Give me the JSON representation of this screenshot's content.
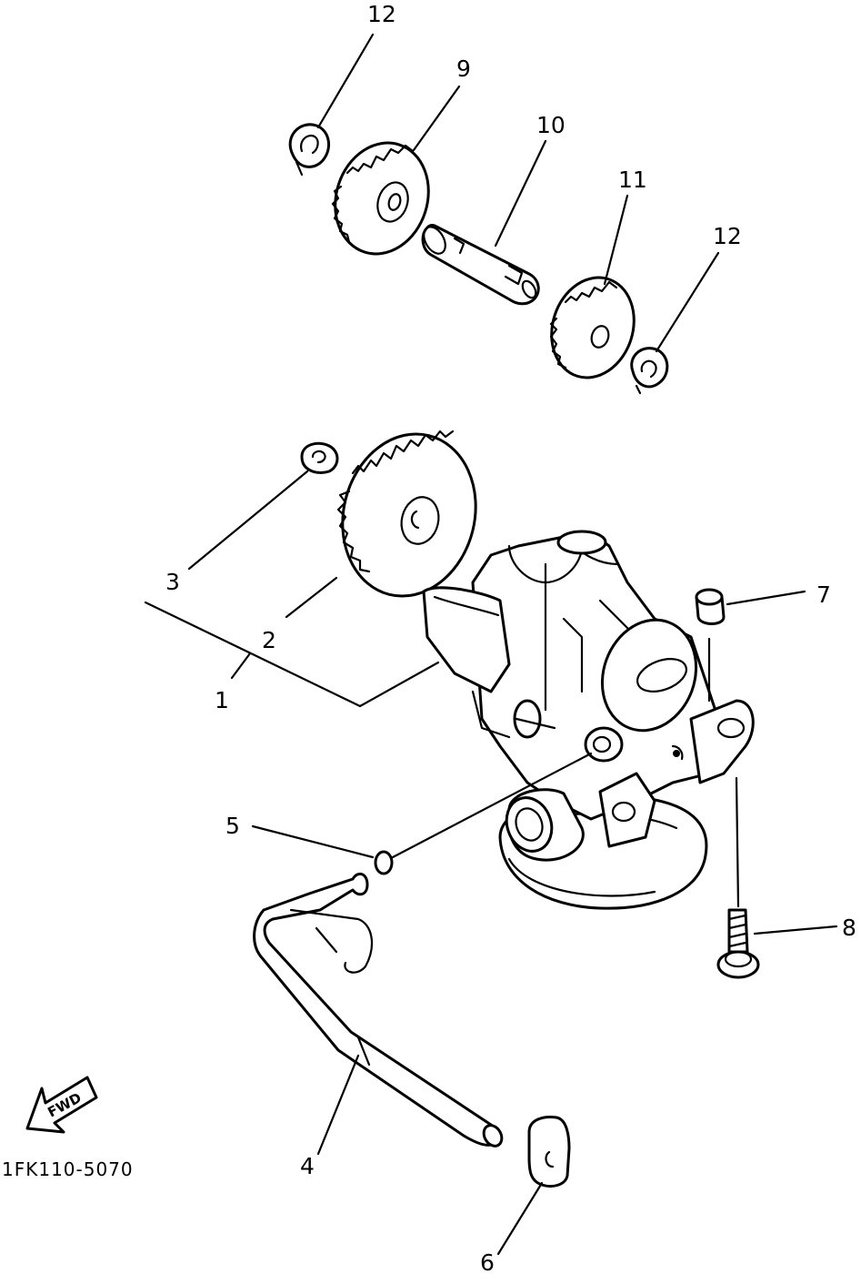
{
  "diagram": {
    "callouts": [
      {
        "id": "c1",
        "label": "1"
      },
      {
        "id": "c2",
        "label": "2"
      },
      {
        "id": "c3",
        "label": "3"
      },
      {
        "id": "c4",
        "label": "4"
      },
      {
        "id": "c5",
        "label": "5"
      },
      {
        "id": "c6",
        "label": "6"
      },
      {
        "id": "c7",
        "label": "7"
      },
      {
        "id": "c8",
        "label": "8"
      },
      {
        "id": "c9",
        "label": "9"
      },
      {
        "id": "c10",
        "label": "10"
      },
      {
        "id": "c11",
        "label": "11"
      },
      {
        "id": "c12a",
        "label": "12"
      },
      {
        "id": "c12b",
        "label": "12"
      }
    ],
    "direction_label": "FWD",
    "drawing_code": "1FK110-5070",
    "ink_color": "#000000",
    "paper_color": "#ffffff"
  }
}
